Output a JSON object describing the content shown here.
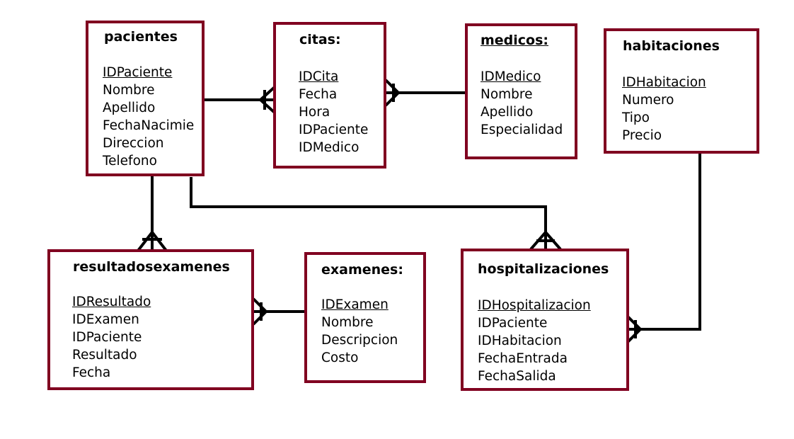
{
  "colors": {
    "entity_border": "#800020",
    "connector": "#000000"
  },
  "entities": {
    "pacientes": {
      "title": "pacientes",
      "pk": "IDPaciente",
      "attrs": [
        "Nombre",
        "Apellido",
        "FechaNacimie",
        "Direccion",
        "Telefono"
      ]
    },
    "citas": {
      "title": "citas:",
      "pk": "IDCita",
      "attrs": [
        "Fecha",
        "Hora",
        "IDPaciente",
        "IDMedico"
      ]
    },
    "medicos": {
      "title": "medicos:",
      "pk": "IDMedico",
      "attrs": [
        "Nombre",
        "Apellido",
        "Especialidad"
      ]
    },
    "habitaciones": {
      "title": "habitaciones",
      "pk": "IDHabitacion",
      "attrs": [
        "Numero",
        "Tipo",
        "Precio"
      ]
    },
    "resultadosexamenes": {
      "title": "resultadosexamenes",
      "pk": "IDResultado",
      "attrs": [
        "IDExamen",
        "IDPaciente",
        "Resultado",
        "Fecha"
      ]
    },
    "examenes": {
      "title": "examenes:",
      "pk": "IDExamen",
      "attrs": [
        "Nombre",
        "Descripcion",
        "Costo"
      ]
    },
    "hospitalizaciones": {
      "title": "hospitalizaciones",
      "pk": "IDHospitalizacion",
      "attrs": [
        "IDPaciente",
        "IDHabitacion",
        "FechaEntrada",
        "FechaSalida"
      ]
    }
  },
  "relationships": [
    {
      "from": "pacientes",
      "to": "citas",
      "cardinality": "one-to-many"
    },
    {
      "from": "medicos",
      "to": "citas",
      "cardinality": "one-to-many"
    },
    {
      "from": "pacientes",
      "to": "resultadosexamenes",
      "cardinality": "one-to-many"
    },
    {
      "from": "examenes",
      "to": "resultadosexamenes",
      "cardinality": "one-to-many"
    },
    {
      "from": "pacientes",
      "to": "hospitalizaciones",
      "cardinality": "one-to-many"
    },
    {
      "from": "habitaciones",
      "to": "hospitalizaciones",
      "cardinality": "one-to-many"
    }
  ]
}
